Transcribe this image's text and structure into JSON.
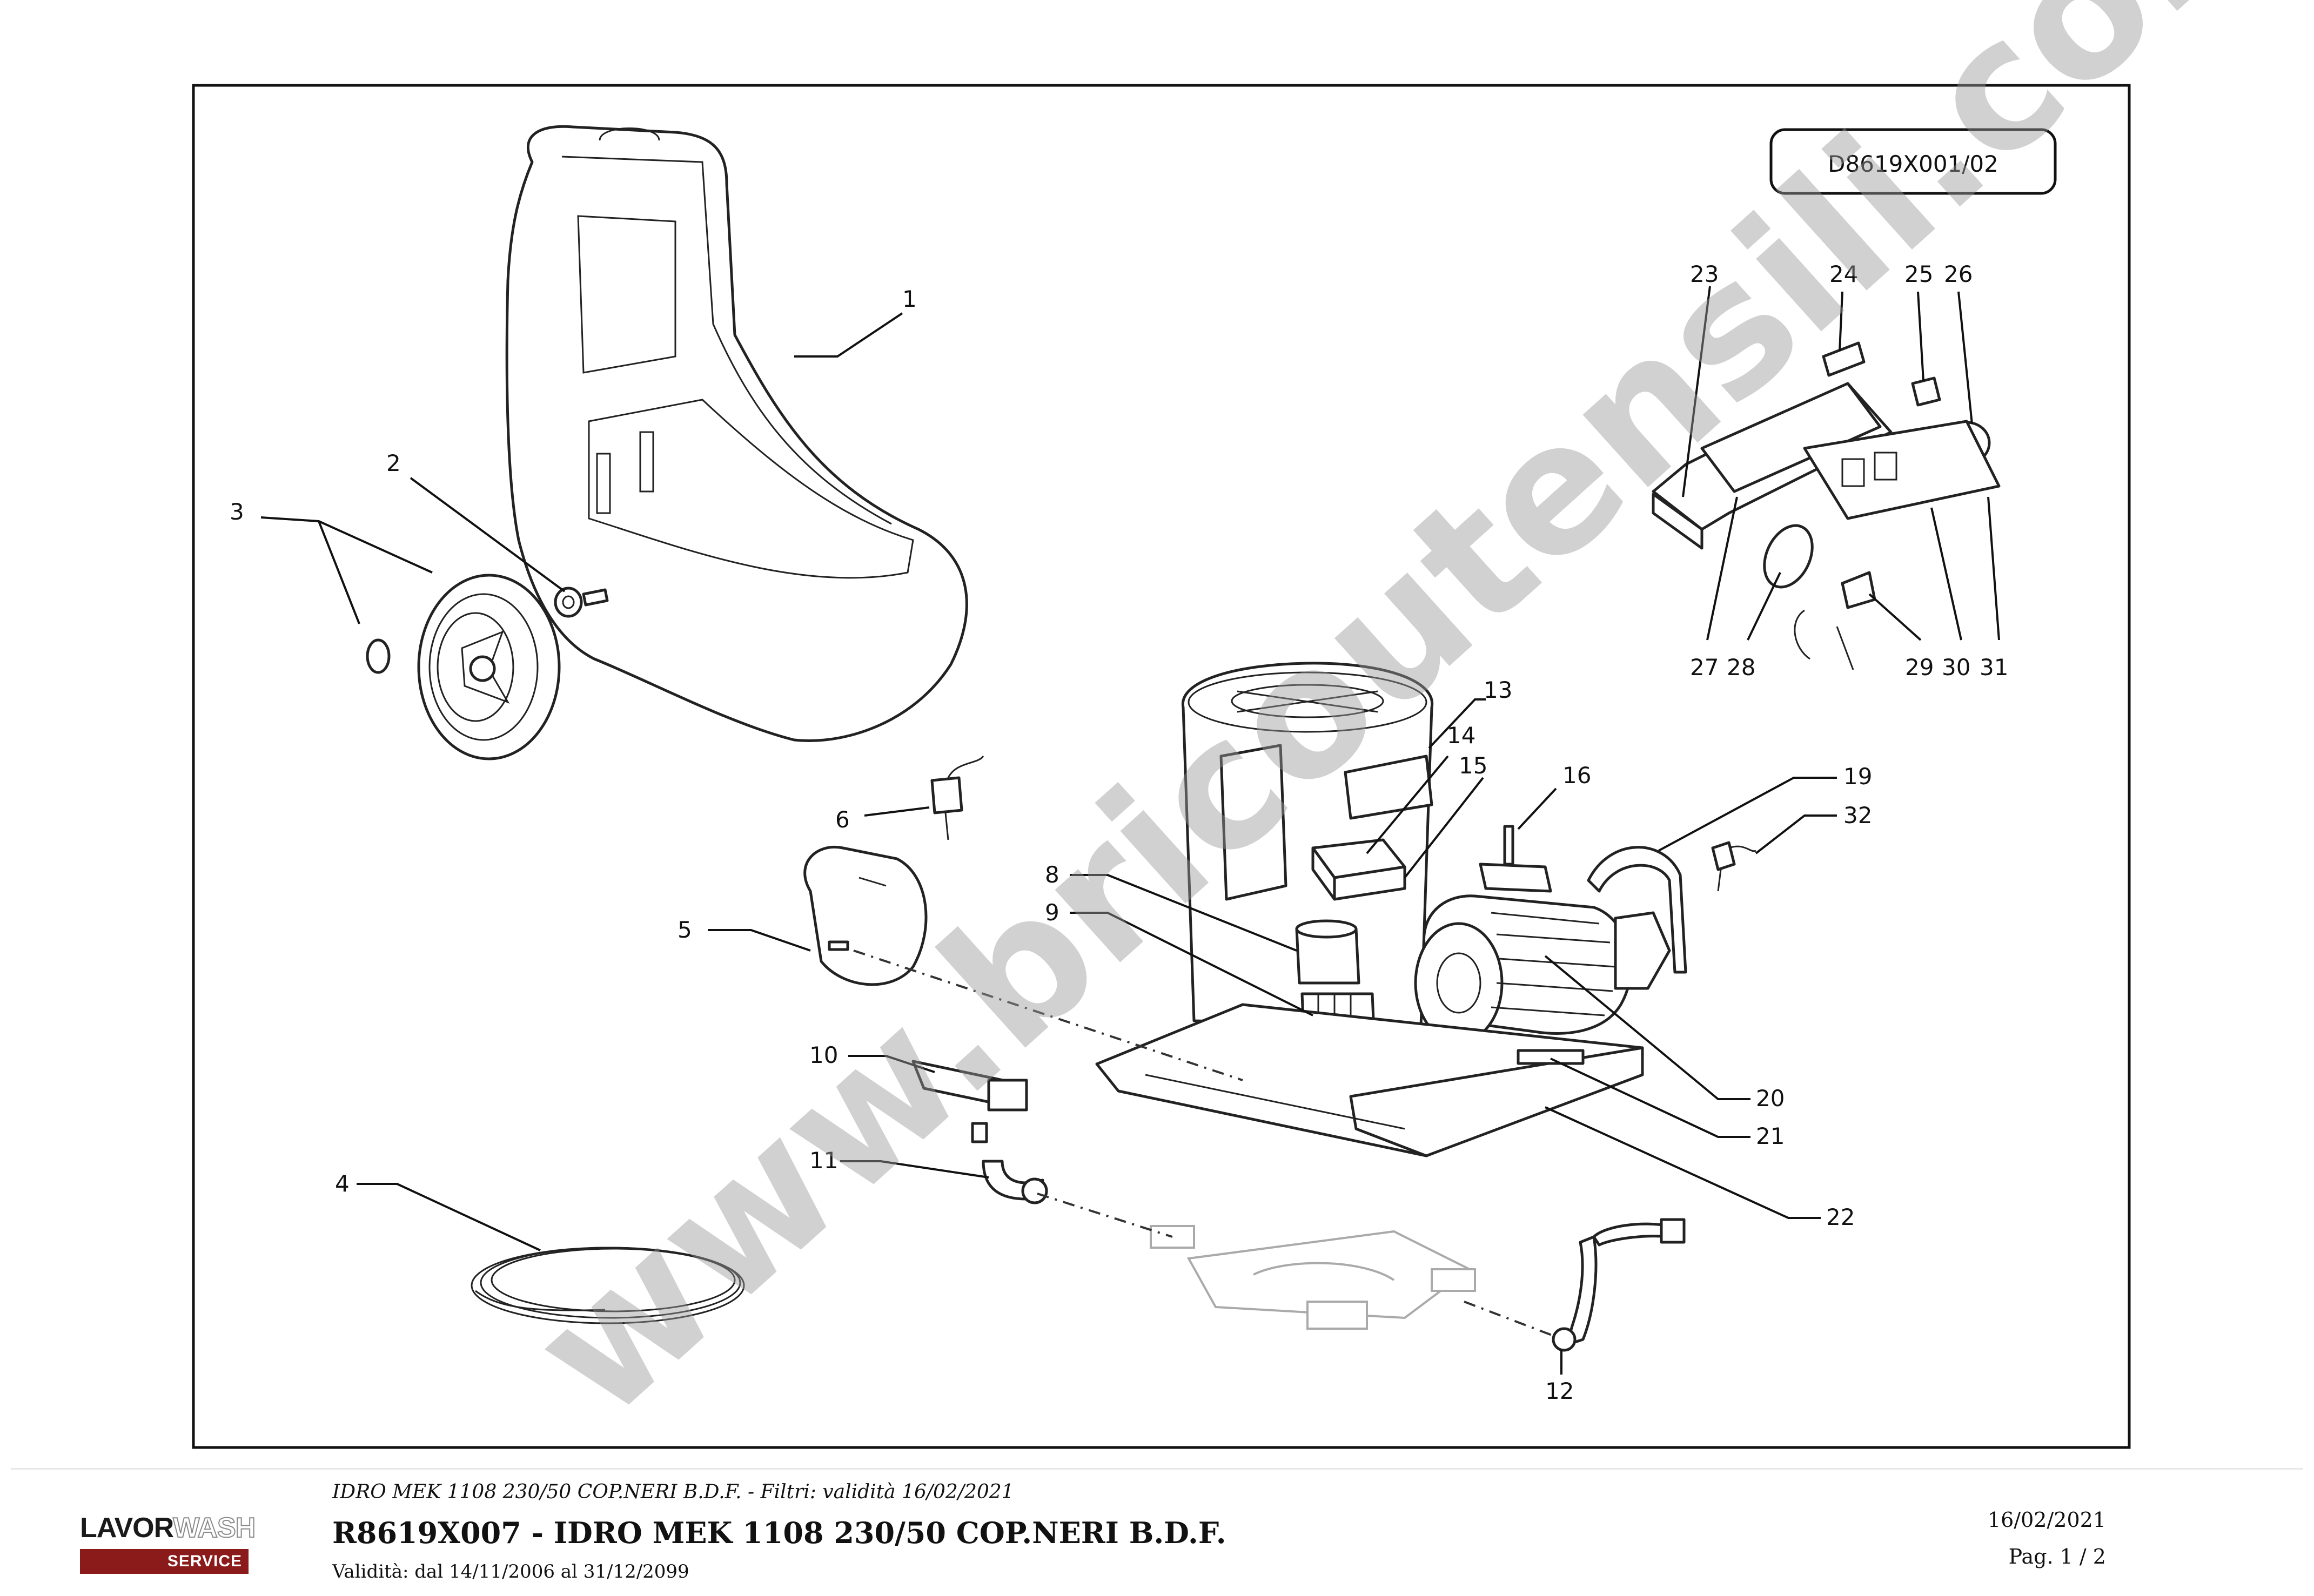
{
  "diagram": {
    "code": "D8619X001/02",
    "callouts": [
      "1",
      "2",
      "3",
      "4",
      "5",
      "6",
      "8",
      "9",
      "10",
      "11",
      "12",
      "13",
      "14",
      "15",
      "16",
      "19",
      "32",
      "20",
      "21",
      "22",
      "23",
      "24",
      "25",
      "26",
      "27",
      "28",
      "29",
      "30",
      "31"
    ]
  },
  "watermark": "www.bricoutensili.com",
  "footer": {
    "subtitle": "IDRO MEK 1108 230/50 COP.NERI B.D.F. - Filtri: validità 16/02/2021",
    "title": "R8619X007 - IDRO MEK 1108 230/50 COP.NERI B.D.F.",
    "validity": "Validità: dal 14/11/2006 al 31/12/2099",
    "date": "16/02/2021",
    "page": "Pag. 1 / 2",
    "logo_brand": "LAVOR",
    "logo_brand2": "WASH",
    "logo_service": "SERVICE"
  },
  "colors": {
    "logo_bar": "#8b1a1a",
    "watermark": "#9a9a9a"
  }
}
